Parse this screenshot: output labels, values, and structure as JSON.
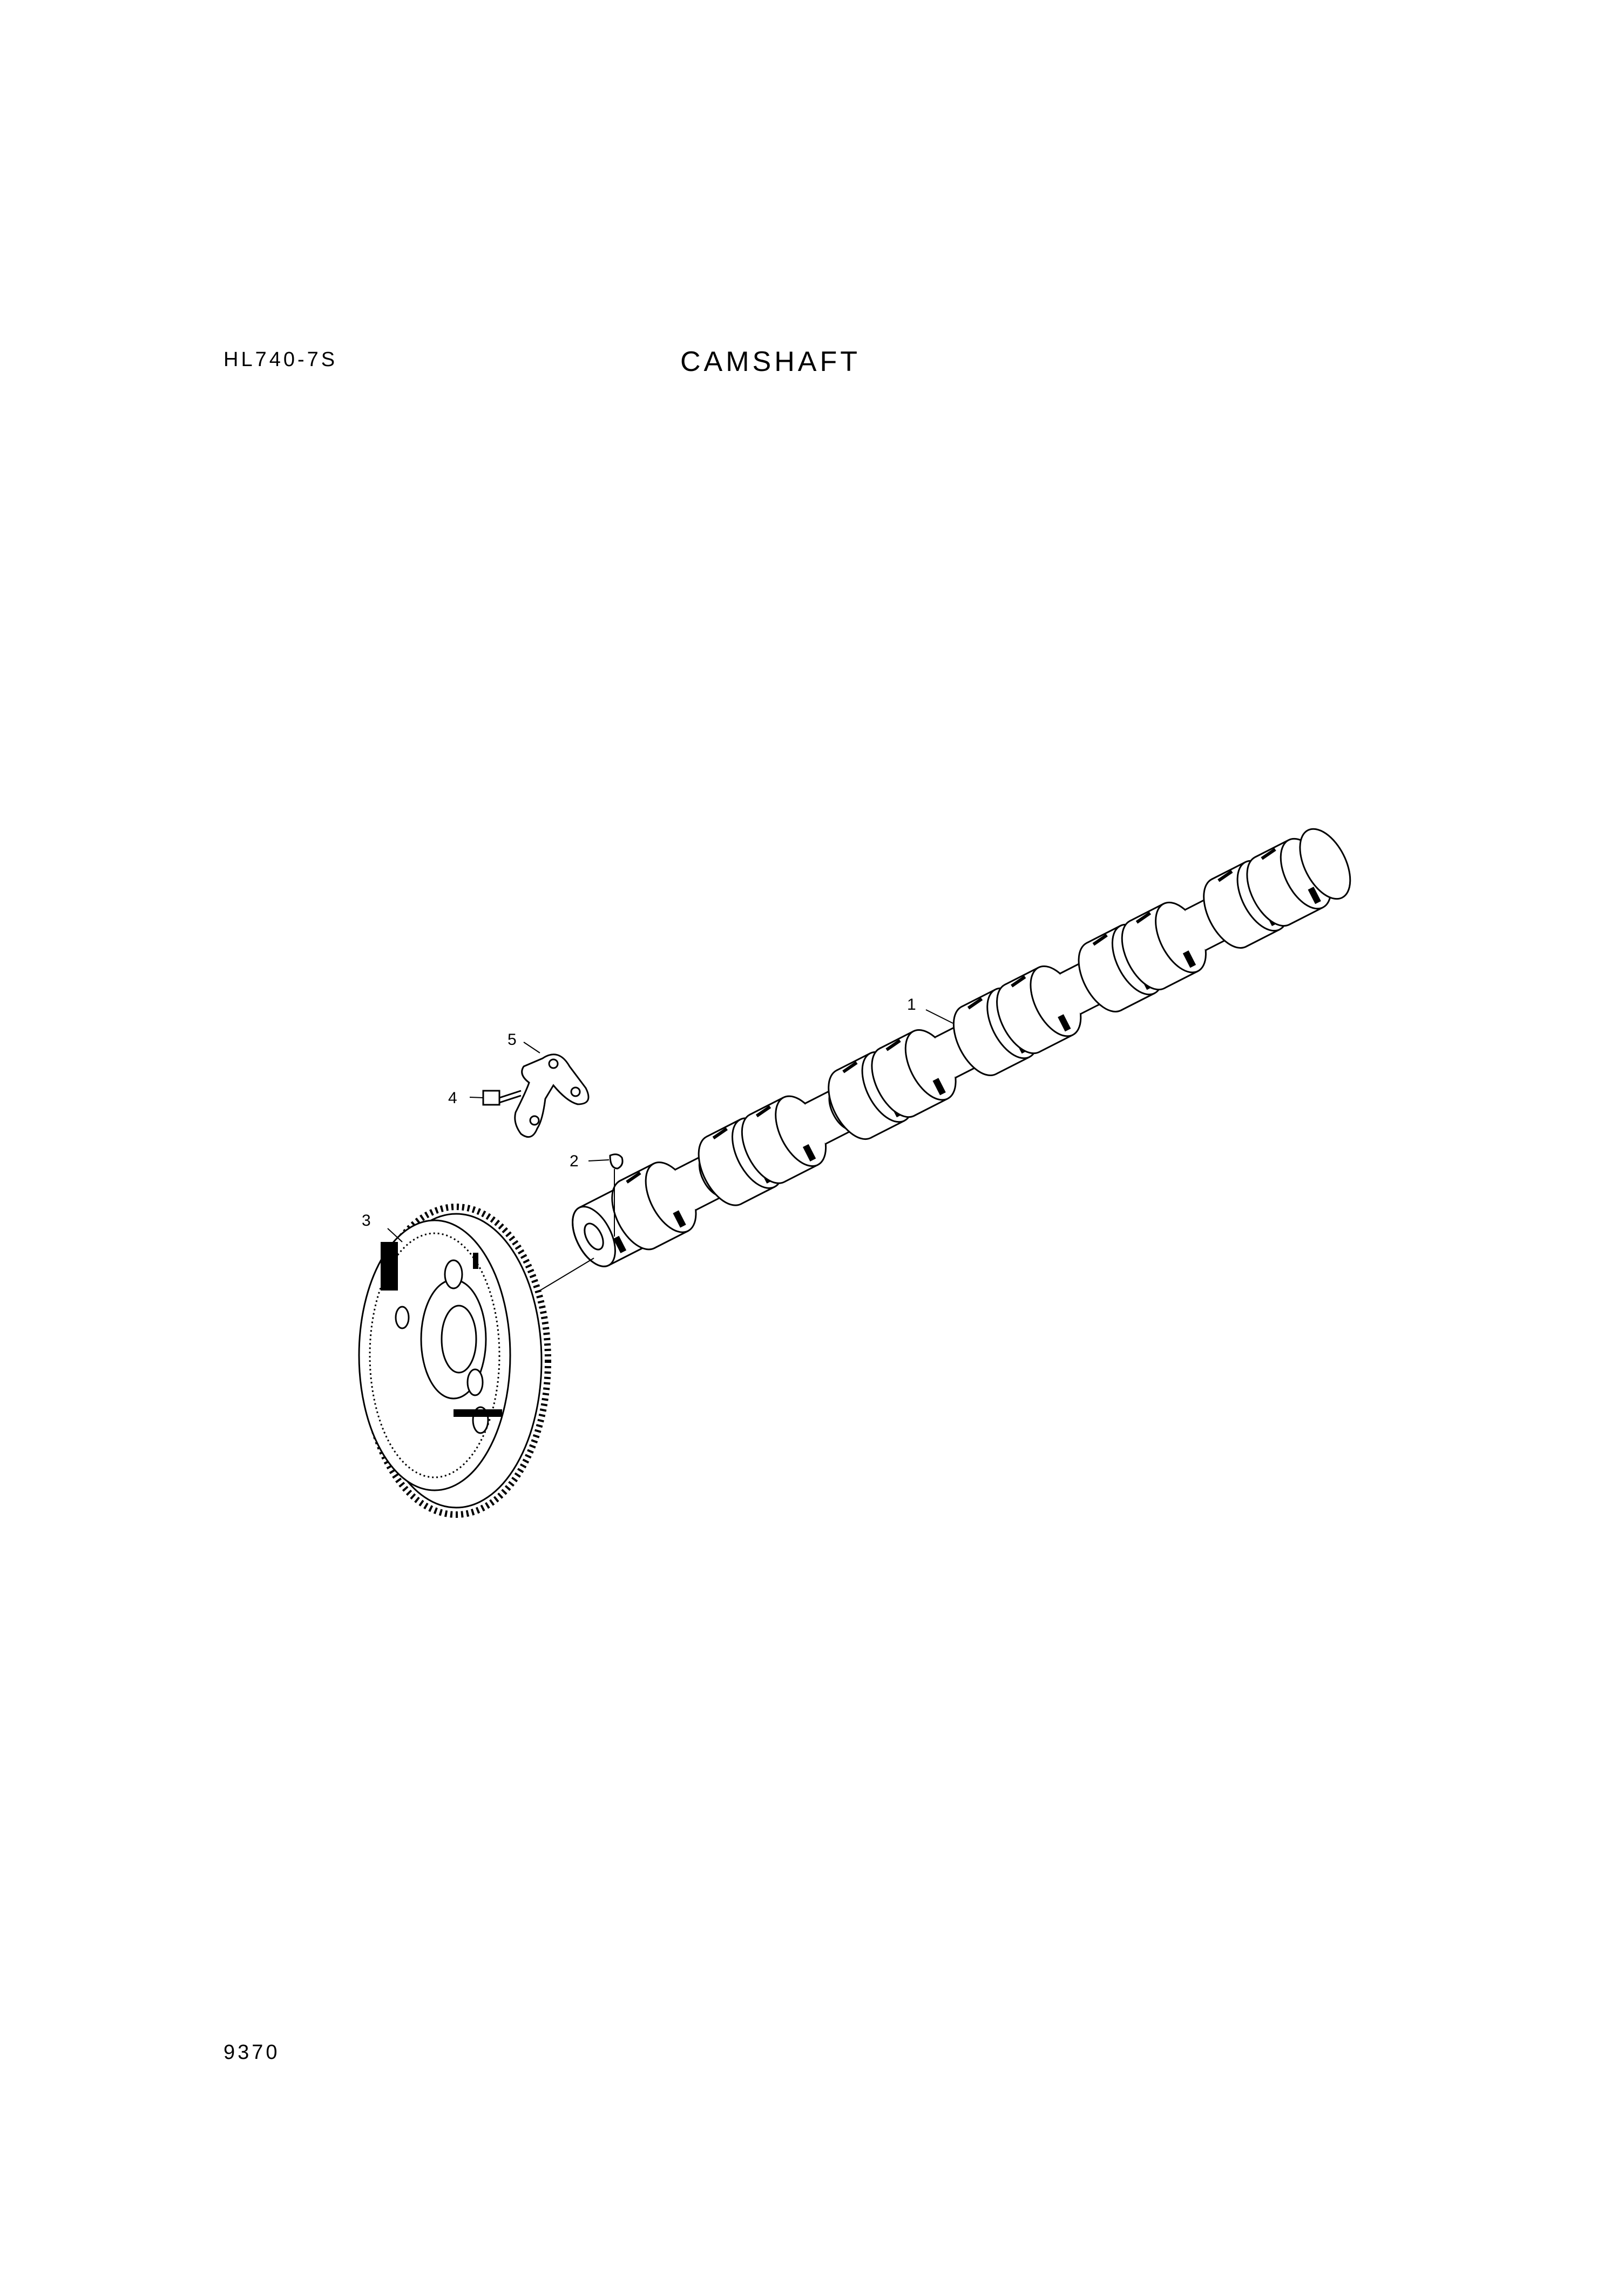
{
  "header": {
    "model": "HL740-7S",
    "title": "CAMSHAFT"
  },
  "footer": {
    "page_number": "9370"
  },
  "diagram": {
    "callouts": [
      "1",
      "2",
      "3",
      "4",
      "5"
    ]
  }
}
